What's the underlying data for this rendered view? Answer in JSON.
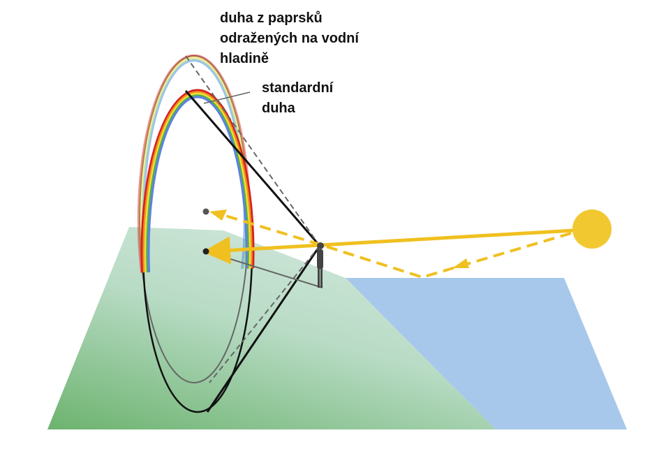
{
  "labels": {
    "reflected_line1": "duha z paprsků",
    "reflected_line2": "odražených na vodní",
    "reflected_line3": "hladině",
    "standard_line1": "standardní",
    "standard_line2": "duha"
  },
  "colors": {
    "ground": "#9fcfae",
    "water": "#a7c8ea",
    "sun": "#f2c830",
    "rays": "#f0c020"
  }
}
